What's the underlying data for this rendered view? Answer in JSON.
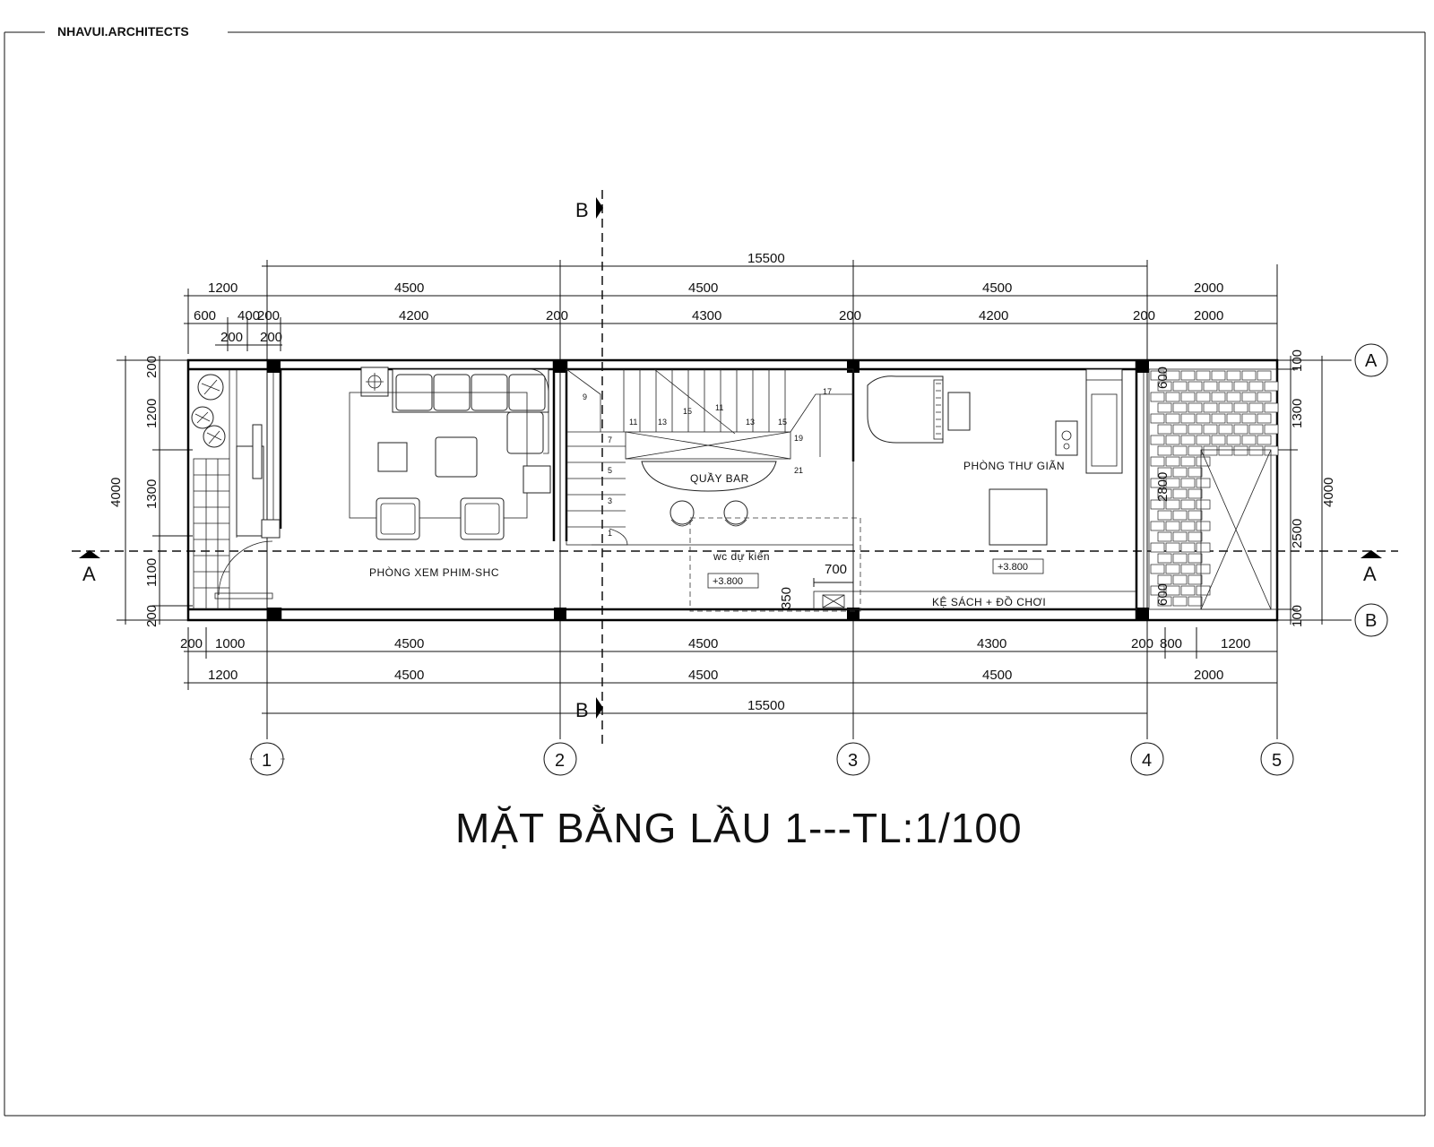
{
  "header": {
    "firm": "NHAVUI.ARCHITECTS"
  },
  "title": "MẶT BẰNG LẦU 1---TL:1/100",
  "sections": {
    "a_left": "A",
    "a_right": "A",
    "b_top": "B",
    "b_bottom": "B"
  },
  "grid_x": [
    "1",
    "2",
    "3",
    "4",
    "5"
  ],
  "grid_y": [
    "A",
    "B"
  ],
  "dims_top": {
    "overall": "15500",
    "row1": [
      "1200",
      "4500",
      "4500",
      "4500",
      "2000"
    ],
    "row2": [
      "600",
      "400",
      "200",
      "4200",
      "200",
      "4300",
      "200",
      "4200",
      "200",
      "2000"
    ],
    "row3": [
      "200",
      "200"
    ]
  },
  "dims_bottom": {
    "overall": "15500",
    "row1": [
      "200",
      "1000",
      "4500",
      "4500",
      "4300",
      "200",
      "800",
      "1200"
    ],
    "row2": [
      "1200",
      "4500",
      "4500",
      "4500",
      "2000"
    ]
  },
  "dims_left": {
    "overall": "4000",
    "segments": [
      "200",
      "1200",
      "1300",
      "1100",
      "200"
    ]
  },
  "dims_right": {
    "overall": "4000",
    "segments": [
      "100",
      "1300",
      "2500",
      "100"
    ]
  },
  "dims_inner": {
    "d700": "700",
    "d350": "350",
    "stair_lr": [
      "600",
      "2800",
      "600"
    ]
  },
  "rooms": {
    "movie": "PHÒNG XEM PHIM-SHC",
    "bar": "QUẦY BAR",
    "wc": "wc dự kiến",
    "relax": "PHÒNG THƯ GIÃN",
    "shelf": "KỆ SÁCH + ĐỒ CHƠI"
  },
  "levels": {
    "wc": "+3.800",
    "relax": "+3.800"
  },
  "stair_steps": [
    "1",
    "3",
    "5",
    "7",
    "9",
    "11",
    "13",
    "15",
    "11",
    "13",
    "15",
    "17",
    "19",
    "21"
  ]
}
